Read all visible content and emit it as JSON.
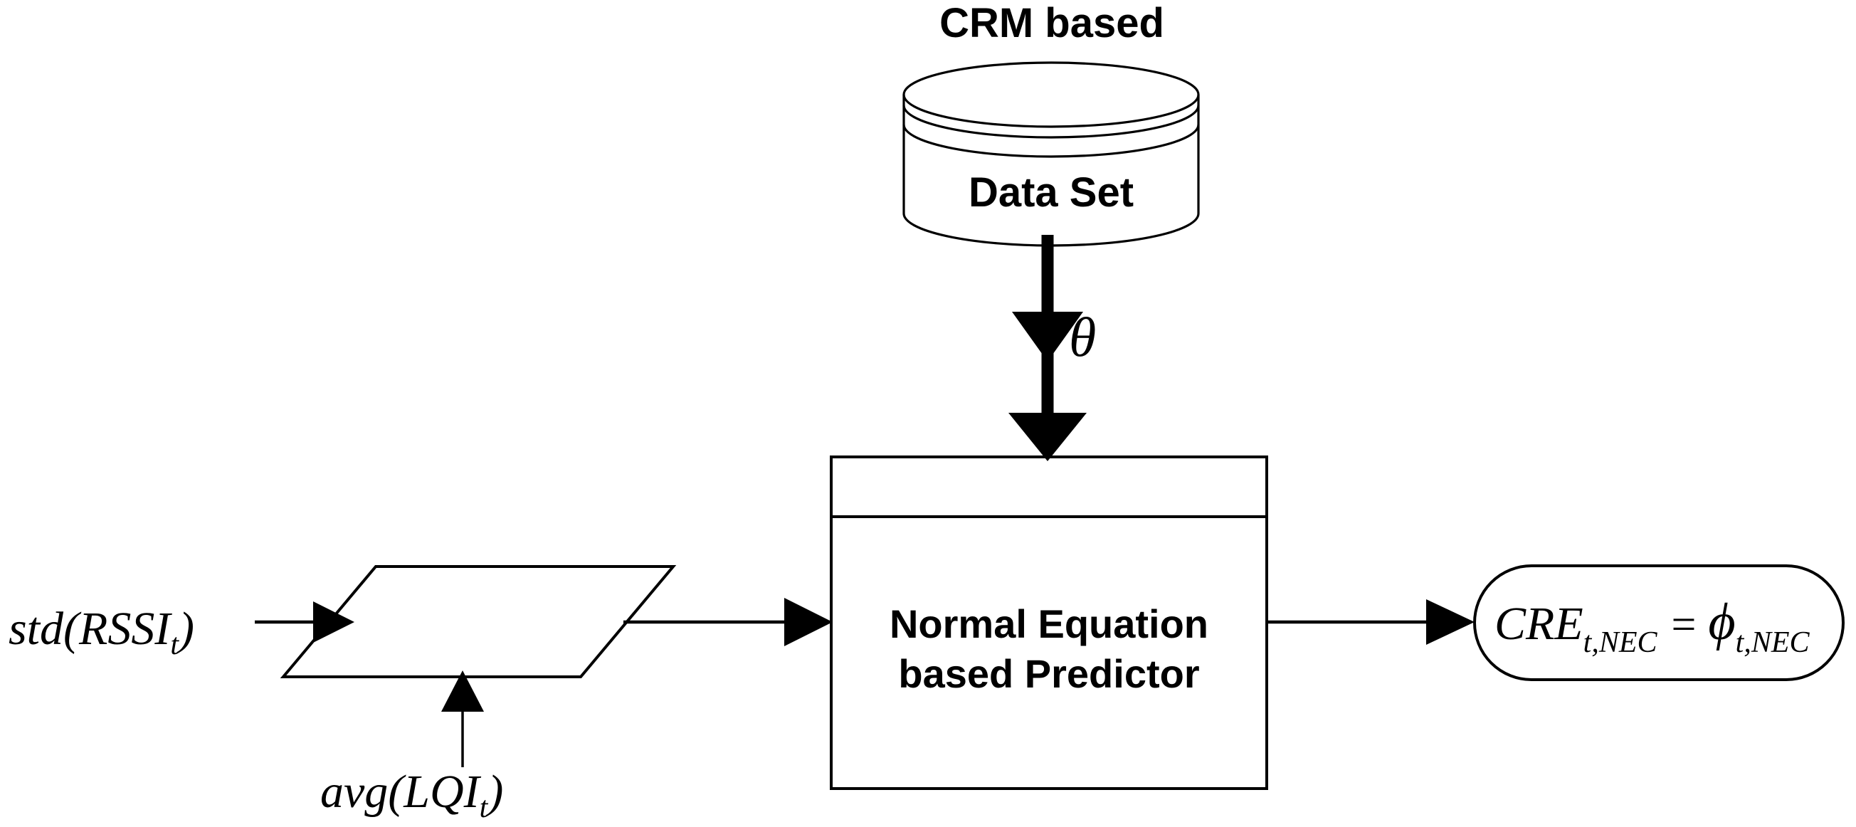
{
  "diagram": {
    "title": "CRM based Normal Equation based Predictor data flow",
    "nodes": {
      "datastore": {
        "caption_top": "CRM based",
        "caption_inner": "Data Set",
        "icon": "database-cylinder-icon"
      },
      "processor": {
        "line1": "Normal Equation",
        "line2": "based Predictor",
        "icon": "process-box-icon"
      },
      "input_parallelogram": {
        "icon": "data-parallelogram-icon",
        "label": ""
      },
      "output_terminator": {
        "text_main": "CRE",
        "text_main_sub": "t,NEC",
        "text_equals": "=",
        "text_phi": "ϕ",
        "text_phi_sub": "t,NEC",
        "icon": "terminator-stadium-icon"
      }
    },
    "edges": {
      "theta": {
        "label": "θ",
        "from": "datastore",
        "to": "processor",
        "style": "thick-down-arrow"
      },
      "rssi_in": {
        "label_main": "std",
        "label_open": "(",
        "label_arg": "RSSI",
        "label_sub": "t",
        "label_close": ")",
        "style": "arrow-right"
      },
      "lqi_in": {
        "label_main": "avg",
        "label_open": "(",
        "label_arg": "LQI",
        "label_sub": "t",
        "label_close": ")",
        "style": "arrow-up"
      },
      "parallelogram_to_box": {
        "style": "arrow-right"
      },
      "box_to_output": {
        "style": "arrow-right"
      }
    },
    "colors": {
      "stroke": "#000000",
      "fill": "#ffffff",
      "text": "#000000"
    }
  }
}
